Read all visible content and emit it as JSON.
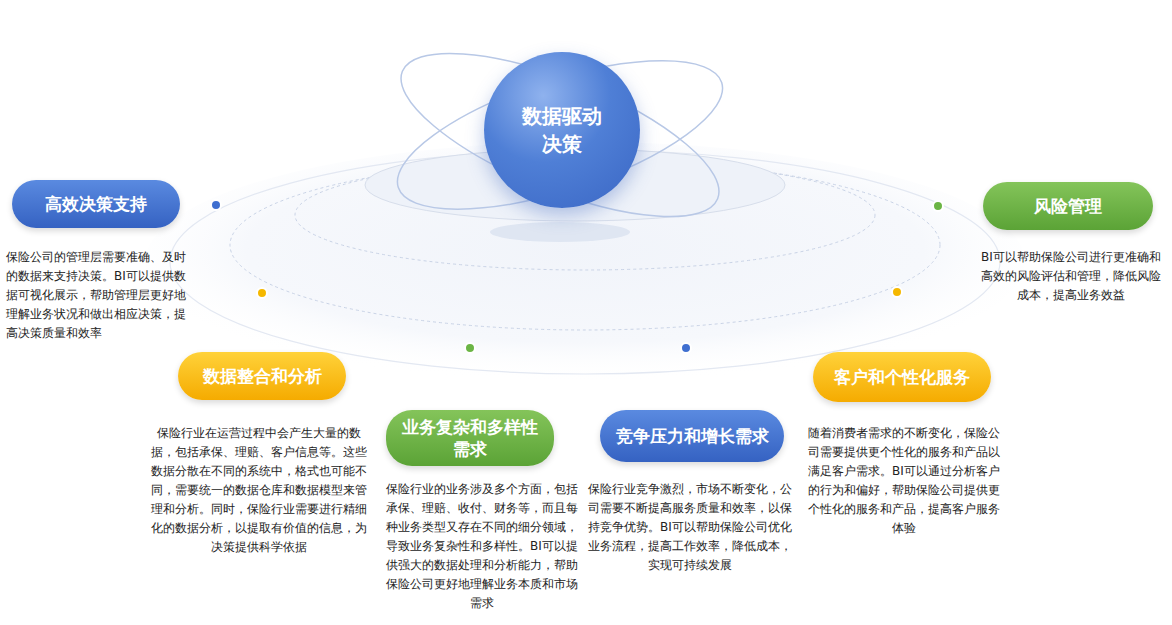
{
  "diagram": {
    "nodes": [
      {
        "text": [
          "数据驱动 决策"
        ]
      },
      {
        "text": [
          "高效决策支持",
          "保险公司的管理层需要准确、及时的数据来支持决策。BI可以提供数据可视化展示，帮助管理层更好地理解业务状况和做出相应决策，提高决策质量和效率"
        ]
      },
      {
        "text": [
          "风险管理",
          "BI可以帮助保险公司进行更准确和高效的风险评估和管理，降低风险成本，提高业务效益"
        ]
      },
      {
        "text": [
          "数据整合和分析",
          "保险行业在运营过程中会产生大量的数据，包括承保、理赔、客户信息等。这些数据分散在不同的系统中，格式也可能不同，需要统一的数据仓库和数据模型来管理和分析。同时，保险行业需要进行精细化的数据分析，以提取有价值的信息，为决策提供科学依据"
        ]
      },
      {
        "text": [
          "业务复杂和多样性 需求",
          "保险行业的业务涉及多个方面，包括承保、理赔、收付、财务等，而且每种业务类型又存在不同的细分领域，导致业务复杂性和多样性。BI可以提供强大的数据处理和分析能力，帮助保险公司更好地理解业务本质和市场需求"
        ]
      },
      {
        "text": [
          "竞争压力和增长需求",
          "保险行业竞争激烈，市场不断变化，公司需要不断提高服务质量和效率，以保持竞争优势。BI可以帮助保险公司优化业务流程，提高工作效率，降低成本，实现可持续发展"
        ]
      },
      {
        "text": [
          "客户和个性化服务",
          "随着消费者需求的不断变化，保险公司需要提供更个性化的服务和产品以满足客户需求。BI可以通过分析客户的行为和偏好，帮助保险公司提供更个性化的服务和产品，提高客户服务体验"
        ]
      }
    ]
  }
}
